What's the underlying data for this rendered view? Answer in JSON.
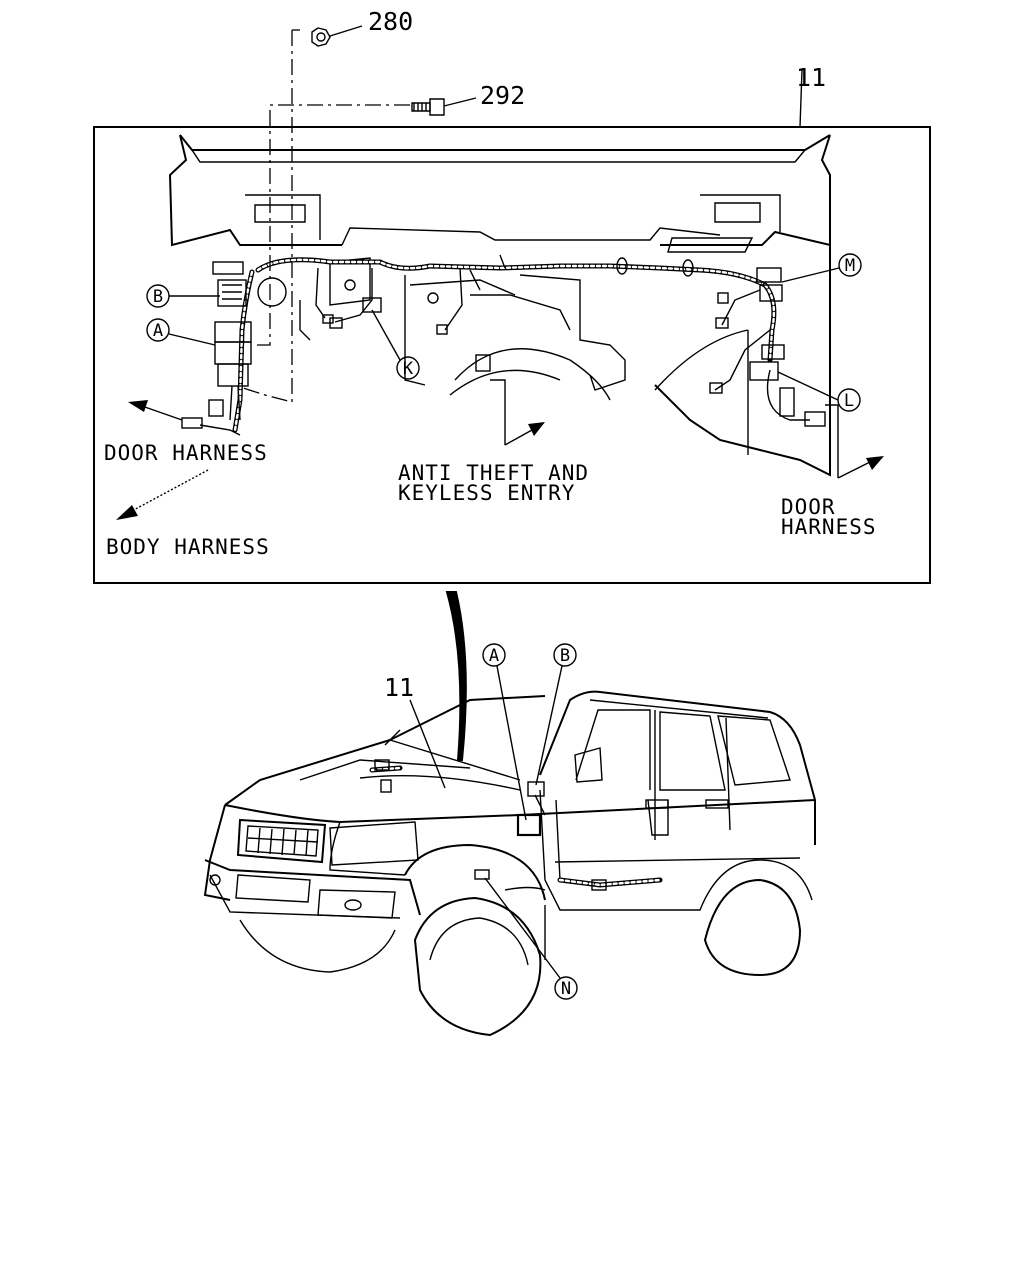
{
  "part_numbers": {
    "nut": "280",
    "bolt": "292",
    "harness_top": "11",
    "harness_bottom": "11"
  },
  "detail_labels": {
    "door_harness_left": "DOOR HARNESS",
    "body_harness": "BODY HARNESS",
    "anti_theft_line1": "ANTI THEFT AND",
    "anti_theft_line2": "KEYLESS ENTRY",
    "door_harness_right_line1": "DOOR",
    "door_harness_right_line2": "HARNESS"
  },
  "connector_callouts": {
    "detail": [
      "B",
      "A",
      "K",
      "M",
      "L"
    ],
    "vehicle": [
      "A",
      "B",
      "N"
    ]
  }
}
